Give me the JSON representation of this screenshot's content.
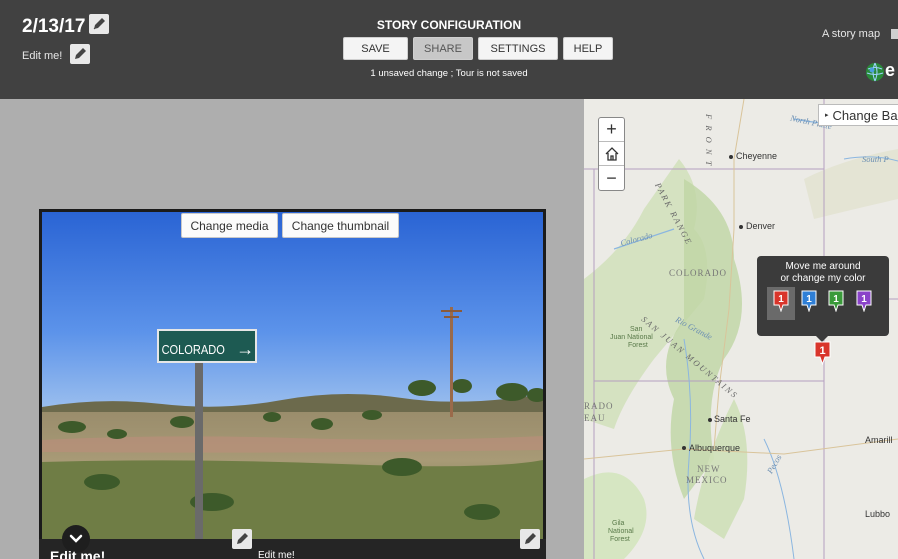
{
  "header": {
    "title": "2/13/17",
    "subtitle": "Edit me!",
    "config_title": "STORY CONFIGURATION",
    "buttons": {
      "save": "SAVE",
      "share": "SHARE",
      "settings": "SETTINGS",
      "help": "HELP"
    },
    "status": "1 unsaved change ; Tour is not saved",
    "story_credit": "A story map",
    "brand_letter": "e"
  },
  "media": {
    "change_media": "Change media",
    "change_thumbnail": "Change thumbnail",
    "sign_text": "COLORADO",
    "sign_arrow": "→",
    "slide_title": "Edit me!",
    "slide_caption": "Edit me!"
  },
  "map": {
    "basemap_button": "Change Ba",
    "basemap_arrow": "▸",
    "zoom_in": "+",
    "zoom_out": "−",
    "popup_line1": "Move me around",
    "popup_line2": "or change my color",
    "pin_number": "1",
    "labels": {
      "cheyenne": "Cheyenne",
      "denver": "Denver",
      "colorado": "COLORADO",
      "santa_fe": "Santa Fe",
      "albuquerque": "Albuquerque",
      "new": "NEW",
      "mexico": "MEXICO",
      "amarill": "Amarill",
      "lubbo": "Lubbo",
      "north_platte": "North Platte",
      "south_p": "South P",
      "colorado_river": "Colorado",
      "rio_grande": "Rio Grande",
      "pecos": "Pecos",
      "park_range": "PARK RANGE",
      "front": "F R O N T",
      "san_juan_mtns": "SAN JUAN MOUNTAINS",
      "san_juan_nf1": "San",
      "san_juan_nf2": "Juan National",
      "san_juan_nf3": "Forest",
      "rado": "RADO",
      "eau": "EAU",
      "gila1": "Gila",
      "gila2": "National",
      "gila3": "Forest"
    }
  },
  "colors": {
    "header_bg": "#414141",
    "pin_red": "#d9352b",
    "pin_blue": "#2f7fd6",
    "pin_green": "#3a9a3a",
    "pin_purple": "#8a43c9"
  }
}
